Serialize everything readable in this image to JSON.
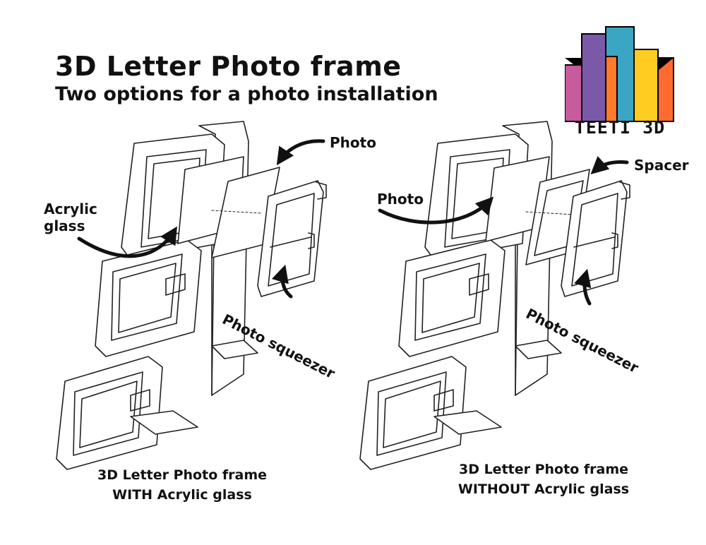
{
  "title": "3D Letter Photo frame",
  "subtitle": "Two options for a photo installation",
  "logo": {
    "text": "TEETI 3D",
    "colors": [
      "#000000",
      "#c85a9e",
      "#7a5aa8",
      "#3aa6c4",
      "#ff7a2a",
      "#ffcc22",
      "#ff6a30"
    ]
  },
  "left_diagram": {
    "labels": {
      "acrylic_line1": "Acrylic",
      "acrylic_line2": "glass",
      "photo": "Photo",
      "squeezer": "Photo squeezer"
    },
    "caption_line1": "3D Letter Photo frame",
    "caption_line2": "WITH Acrylic glass"
  },
  "right_diagram": {
    "labels": {
      "photo": "Photo",
      "spacer": "Spacer",
      "squeezer": "Photo squeezer"
    },
    "caption_line1": "3D Letter Photo frame",
    "caption_line2": "WITHOUT Acrylic glass"
  }
}
